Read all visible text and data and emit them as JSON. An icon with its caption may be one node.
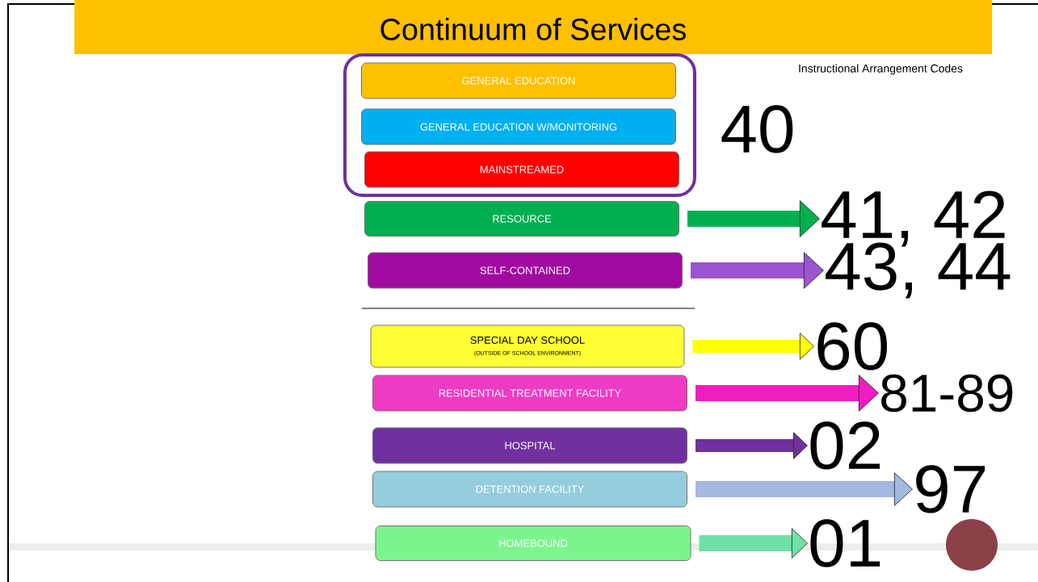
{
  "diagram": {
    "title": "Continuum of Services",
    "nodes": [
      {
        "text": [],
        "shape": "box"
      },
      {
        "text": [
          "GENERAL EDUCATION"
        ],
        "in": 0
      },
      {
        "text": [
          "GENERAL EDUCATION W/MONITORING"
        ],
        "in": 0
      },
      {
        "text": [
          "MAINSTREAMED"
        ],
        "in": 0
      },
      {
        "text": [
          "RESOURCE"
        ]
      },
      {
        "text": [
          "SELF-CONTAINED"
        ]
      },
      {
        "text": [
          "SPECIAL DAY SCHOOL",
          "(OUTSIDE OF SCHOOL ENVIRONMENT)"
        ]
      },
      {
        "text": [
          "RESIDENTIAL TREATMENT FACILITY"
        ]
      },
      {
        "text": [
          "HOSPITAL"
        ]
      },
      {
        "text": [
          "DETENTION FACILITY"
        ]
      },
      {
        "text": [
          "HOMEBOUND"
        ]
      },
      {
        "text": [
          "41, 42"
        ]
      },
      {
        "text": [
          "43, 44"
        ]
      },
      {
        "text": [
          "60"
        ]
      },
      {
        "text": [
          "81-89"
        ]
      },
      {
        "text": [
          "02"
        ]
      },
      {
        "text": [
          "97"
        ]
      },
      {
        "text": [
          "01"
        ]
      }
    ],
    "edges": [
      {
        "from": 4,
        "to": 11,
        "arrow": "to",
        "color": "#00b050"
      },
      {
        "from": 5,
        "to": 12,
        "arrow": "to",
        "color": "#9b55cf"
      },
      {
        "from": 6,
        "to": 13,
        "arrow": "to",
        "color": "#ffff00"
      },
      {
        "from": 7,
        "to": 14,
        "arrow": "to",
        "color": "#f01dc0"
      },
      {
        "from": 8,
        "to": 15,
        "arrow": "to",
        "color": "#7030a0"
      },
      {
        "from": 9,
        "to": 16,
        "arrow": "to",
        "color": "#a4b8e0"
      },
      {
        "from": 10,
        "to": 17,
        "arrow": "to",
        "color": "#70e0a8"
      }
    ],
    "labels": [
      "Instructional Arrangement Codes",
      "40"
    ]
  }
}
